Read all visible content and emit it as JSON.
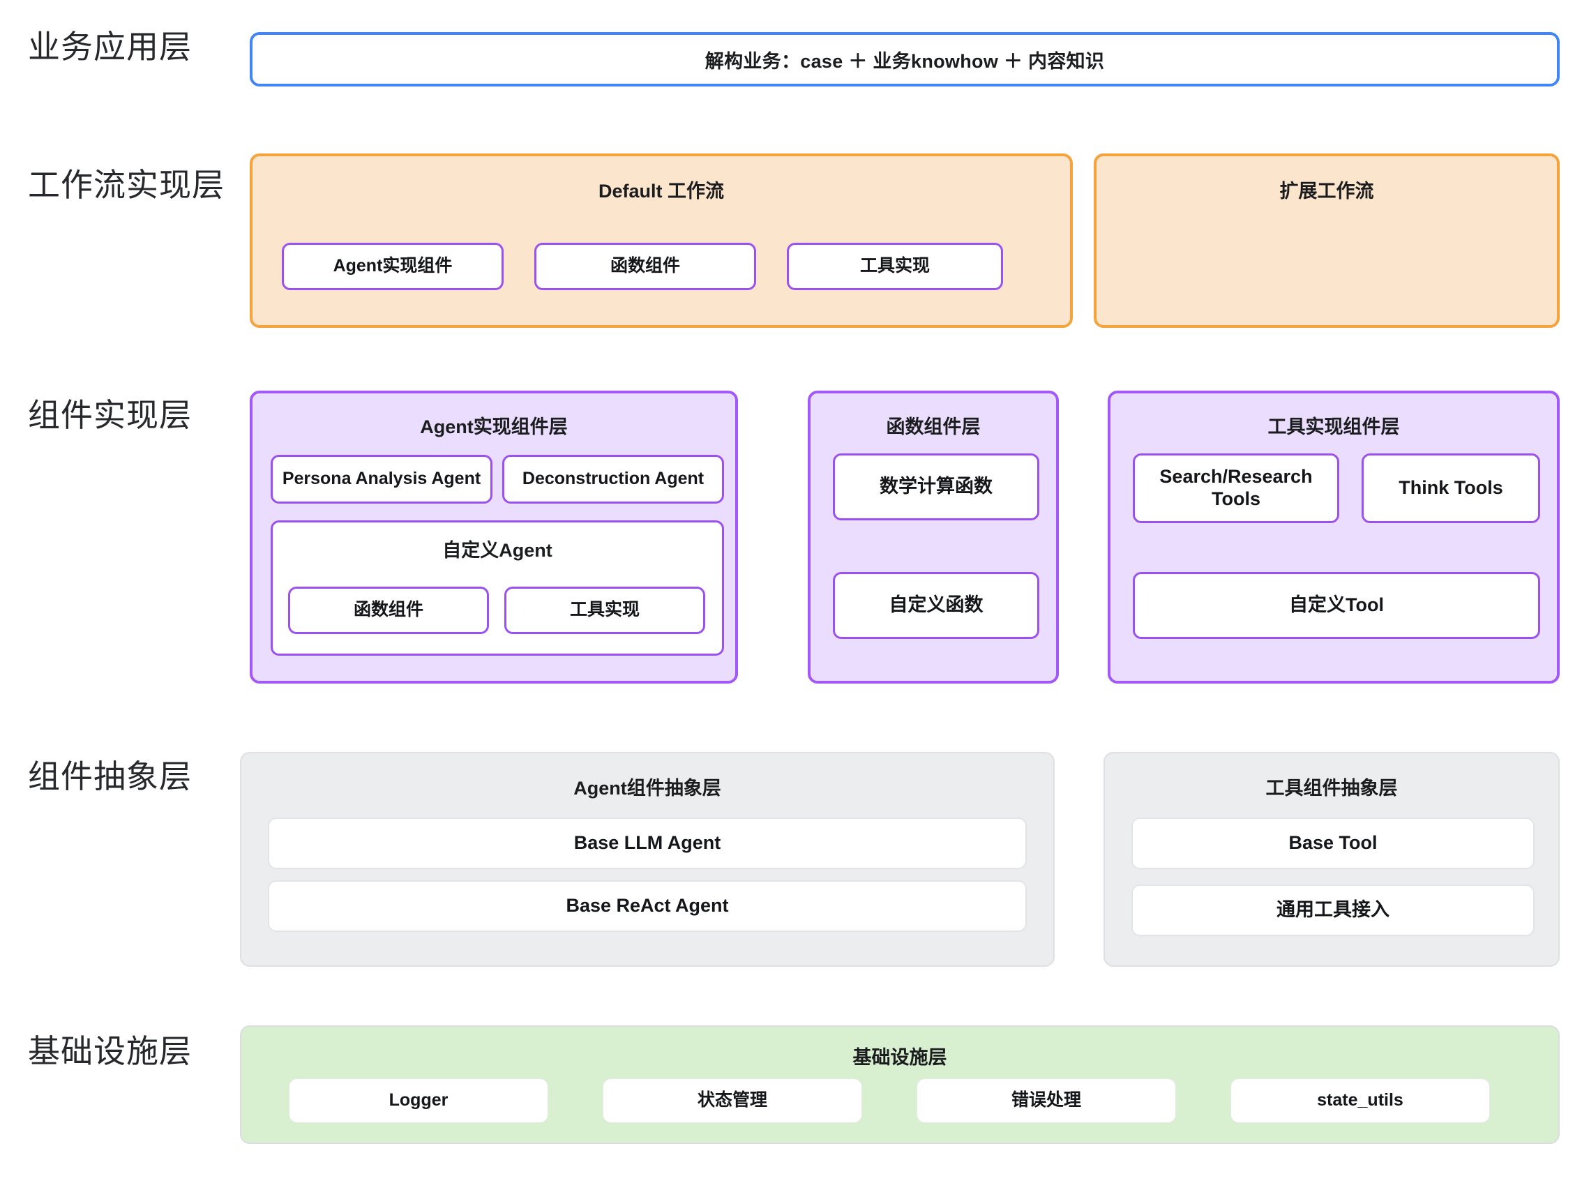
{
  "layers": [
    {
      "id": "business",
      "label": "业务应用层"
    },
    {
      "id": "workflow",
      "label": "工作流实现层"
    },
    {
      "id": "component",
      "label": "组件实现层"
    },
    {
      "id": "abstraction",
      "label": "组件抽象层"
    },
    {
      "id": "infra",
      "label": "基础设施层"
    }
  ],
  "business": {
    "banner_text": "解构业务：case ＋ 业务knowhow ＋ 内容知识"
  },
  "workflow": {
    "default": {
      "title": "Default 工作流",
      "chips": [
        "Agent实现组件",
        "函数组件",
        "工具实现"
      ]
    },
    "extended": {
      "title": "扩展工作流",
      "chips": []
    }
  },
  "component": {
    "agent": {
      "title": "Agent实现组件层",
      "chips": [
        "Persona Analysis Agent",
        "Deconstruction Agent"
      ],
      "custom": {
        "title": "自定义Agent",
        "chips": [
          "函数组件",
          "工具实现"
        ]
      }
    },
    "function": {
      "title": "函数组件层",
      "chips": [
        "数学计算函数",
        "自定义函数"
      ]
    },
    "tool": {
      "title": "工具实现组件层",
      "chips": [
        "Search/Research Tools",
        "Think Tools",
        "自定义Tool"
      ]
    }
  },
  "abstraction": {
    "agent": {
      "title": "Agent组件抽象层",
      "chips": [
        "Base LLM Agent",
        "Base ReAct Agent"
      ]
    },
    "tool": {
      "title": "工具组件抽象层",
      "chips": [
        "Base Tool",
        "通用工具接入"
      ]
    }
  },
  "infrastructure": {
    "title": "基础设施层",
    "chips": [
      "Logger",
      "状态管理",
      "错误处理",
      "state_utils"
    ]
  },
  "colors": {
    "business_border": "#4285F4",
    "workflow_border": "#F5A33C",
    "workflow_fill": "#FBE5CD",
    "component_border": "#A259F7",
    "component_fill": "#EADDFD",
    "chip_purple_border": "#9B51F0",
    "abstraction_fill": "#ECEDEF",
    "abstraction_border": "#DDE0E4",
    "infrastructure_fill": "#D8F0D0",
    "page_background": "#FFFFFF",
    "text": "#1B1C1E"
  }
}
